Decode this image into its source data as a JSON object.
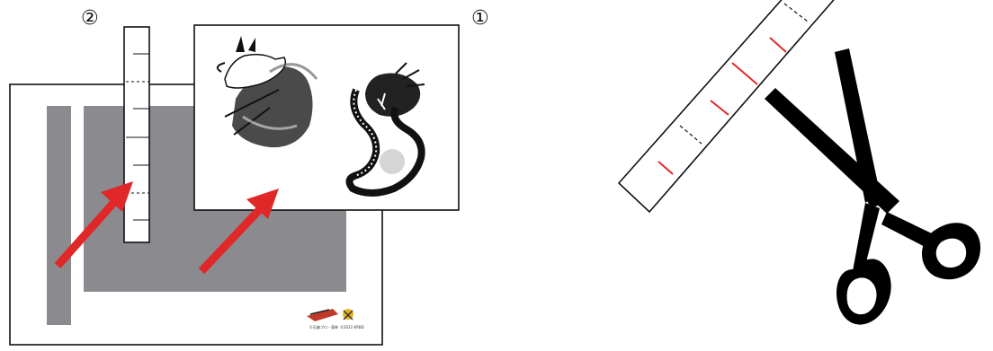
{
  "labels": {
    "label_1": "①",
    "label_2": "②"
  },
  "colors": {
    "sheet_fill": "#ffffff",
    "outline": "#111111",
    "gray_block": "#8a8a8f",
    "arrow_red": "#e02828",
    "ruler_red": "#e02828",
    "scissors": "#000000"
  },
  "icons": {
    "rabbit": "rabbit-ink-illustration",
    "dragon": "dragon-ink-illustration",
    "scissors": "scissors-icon",
    "logo": "brand-logo"
  },
  "logo": {
    "small_text_1": "©石森プロ・東映",
    "small_text_2": "©2022 KRBD"
  }
}
